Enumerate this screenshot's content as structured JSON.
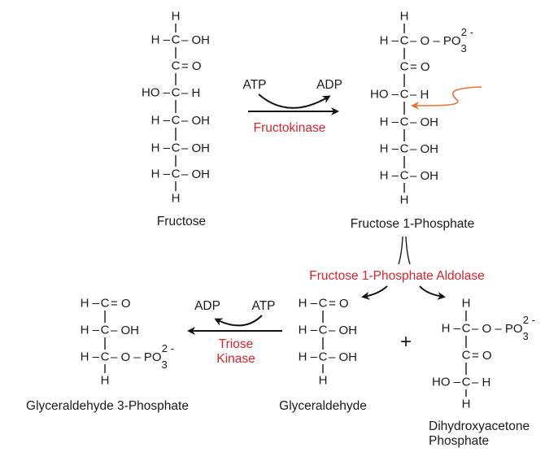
{
  "molecules": [
    {
      "id": "fructose",
      "name": "Fructose",
      "cx": 0,
      "rows": [
        {
          "l": "",
          "c": "H",
          "r": ""
        },
        {
          "l": "H –",
          "c": "C",
          "r": "– OH"
        },
        {
          "l": "",
          "c": "C",
          "r": "= O"
        },
        {
          "l": "HO –",
          "c": "C",
          "r": "– H"
        },
        {
          "l": "H –",
          "c": "C",
          "r": "– OH"
        },
        {
          "l": "H –",
          "c": "C",
          "r": "– OH"
        },
        {
          "l": "H –",
          "c": "C",
          "r": "– OH"
        },
        {
          "l": "",
          "c": "H",
          "r": ""
        }
      ]
    },
    {
      "id": "fructose-1-phosphate",
      "name": "Fructose 1-Phosphate",
      "rows": [
        {
          "l": "",
          "c": "H",
          "r": ""
        },
        {
          "l": "H –",
          "c": "C",
          "r": "– O – PO",
          "sub": "3",
          "sup": "2 -"
        },
        {
          "l": "",
          "c": "C",
          "r": "= O"
        },
        {
          "l": "HO –",
          "c": "C",
          "r": "– H"
        },
        {
          "l": "H –",
          "c": "C",
          "r": "– OH"
        },
        {
          "l": "H –",
          "c": "C",
          "r": "– OH"
        },
        {
          "l": "H –",
          "c": "C",
          "r": "– OH"
        },
        {
          "l": "",
          "c": "H",
          "r": ""
        }
      ]
    },
    {
      "id": "glyceraldehyde-3-phosphate",
      "name": "Glyceraldehyde 3-Phosphate",
      "rows": [
        {
          "l": "H –",
          "c": "C",
          "r": "= O"
        },
        {
          "l": "H –",
          "c": "C",
          "r": "– OH"
        },
        {
          "l": "H –",
          "c": "C",
          "r": "– O – PO",
          "sub": "3",
          "sup": "2 -"
        },
        {
          "l": "",
          "c": "H",
          "r": ""
        }
      ]
    },
    {
      "id": "glyceraldehyde",
      "name": "Glyceraldehyde",
      "rows": [
        {
          "l": "H –",
          "c": "C",
          "r": "= O"
        },
        {
          "l": "H –",
          "c": "C",
          "r": "– OH"
        },
        {
          "l": "H –",
          "c": "C",
          "r": "– OH"
        },
        {
          "l": "",
          "c": "H",
          "r": ""
        }
      ]
    },
    {
      "id": "dihydroxyacetone-phosphate",
      "name": "Dihydroxyacetone",
      "name2": "Phosphate",
      "rows": [
        {
          "l": "",
          "c": "H",
          "r": ""
        },
        {
          "l": "H –",
          "c": "C",
          "r": "– O – PO",
          "sub": "3",
          "sup": "2 -"
        },
        {
          "l": "",
          "c": "C",
          "r": "= O"
        },
        {
          "l": "HO –",
          "c": "C",
          "r": "– H"
        },
        {
          "l": "",
          "c": "H",
          "r": ""
        }
      ]
    }
  ],
  "reactions": {
    "fructokinase": {
      "enzyme": "Fructokinase",
      "in": "ATP",
      "out": "ADP"
    },
    "aldolase": {
      "enzyme": "Fructose 1-Phosphate Aldolase"
    },
    "triose_kinase": {
      "enzyme_line1": "Triose",
      "enzyme_line2": "Kinase",
      "in": "ATP",
      "out": "ADP"
    },
    "plus": "+"
  },
  "colors": {
    "enzyme": "#d3262e",
    "highlight_arrow": "#e0733a",
    "text": "#1a1a1a"
  }
}
